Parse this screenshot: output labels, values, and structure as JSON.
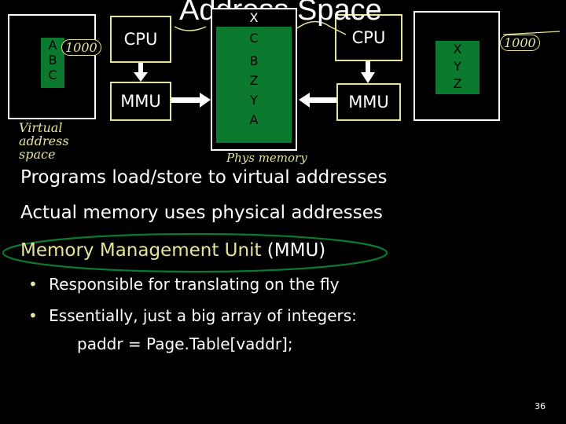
{
  "slide": {
    "title": "Address Space",
    "page_number": "36"
  },
  "virtual_memory": {
    "cells": [
      "A",
      "B",
      "C"
    ],
    "handwritten_label": "Virtual address space",
    "handwritten_addr": "1000"
  },
  "left_cpu": {
    "label": "CPU"
  },
  "left_mmu": {
    "label": "MMU"
  },
  "physical_memory": {
    "cells": [
      "X",
      "C",
      "B",
      "Z",
      "Y",
      "A"
    ],
    "handwritten_label": "Phys memory"
  },
  "right_cpu": {
    "label": "CPU"
  },
  "right_mmu": {
    "label": "MMU"
  },
  "right_virtual_memory": {
    "cells": [
      "X",
      "Y",
      "Z"
    ],
    "handwritten_addr": "1000"
  },
  "body": {
    "line1": "Programs load/store to virtual addresses",
    "line2": "Actual memory uses physical addresses",
    "line3_highlight": "Memory Management Unit",
    "line3_rest": " (MMU)",
    "bullets": [
      "Responsible for translating on the fly",
      "Essentially, just a big array of integers:"
    ],
    "code": "paddr = Page.Table[vaddr];"
  },
  "colors": {
    "accent": "#e6e39a",
    "memory_fill": "#0b7a2e",
    "background": "#000000",
    "handwriting": "#e6e39a"
  }
}
